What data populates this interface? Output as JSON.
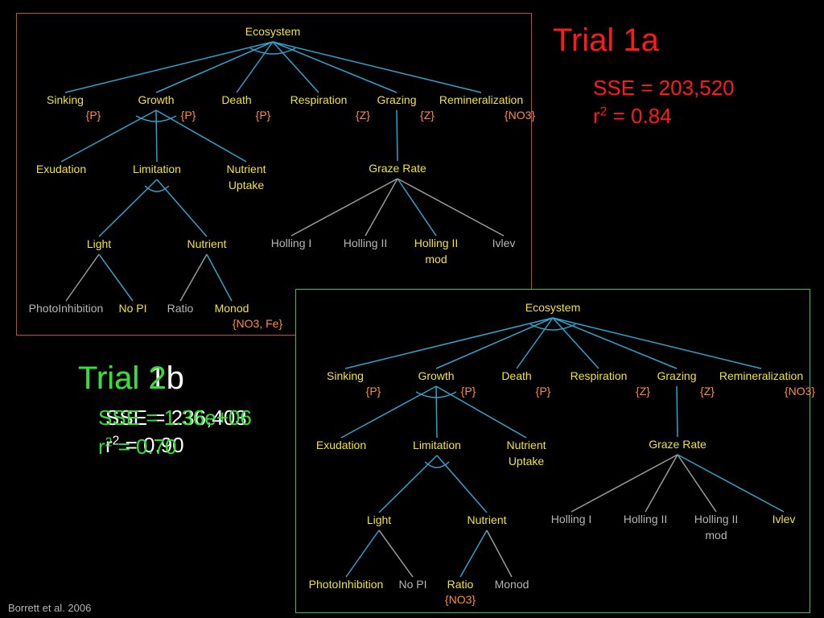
{
  "colors": {
    "edge_active": "#2ea3cc",
    "edge_inactive": "#9a9a9a",
    "label_active": "#f2e13c",
    "label_selected": "#f2e13c",
    "label_inactive": "#b5b5b5",
    "tag": "#ff8c3a",
    "trial_1a": "#ff1a1a",
    "trial_2": "#33e033",
    "trial_1b": "#ffffff"
  },
  "tree_a": {
    "nodes": {
      "ecosystem": {
        "label": "Ecosystem",
        "state": "active"
      },
      "sinking": {
        "label": "Sinking",
        "state": "active",
        "tag": "{P}"
      },
      "growth": {
        "label": "Growth",
        "state": "active",
        "tag": "{P}"
      },
      "death": {
        "label": "Death",
        "state": "active",
        "tag": "{P}"
      },
      "respiration": {
        "label": "Respiration",
        "state": "active",
        "tag": "{Z}"
      },
      "grazing": {
        "label": "Grazing",
        "state": "active",
        "tag": "{Z}"
      },
      "remineralization": {
        "label": "Remineralization",
        "state": "active",
        "tag": "{NO3}"
      },
      "exudation": {
        "label": "Exudation",
        "state": "active"
      },
      "limitation": {
        "label": "Limitation",
        "state": "active"
      },
      "nutrient_uptake": {
        "label": "Nutrient\nUptake",
        "state": "active"
      },
      "graze_rate": {
        "label": "Graze Rate",
        "state": "active"
      },
      "light": {
        "label": "Light",
        "state": "active"
      },
      "nutrient": {
        "label": "Nutrient",
        "state": "active"
      },
      "holling_1": {
        "label": "Holling I",
        "state": "inactive"
      },
      "holling_2": {
        "label": "Holling II",
        "state": "inactive"
      },
      "holling_2_mod": {
        "label": "Holling II\nmod",
        "state": "selected"
      },
      "ivlev": {
        "label": "Ivlev",
        "state": "inactive"
      },
      "photoinhibition": {
        "label": "PhotoInhibition",
        "state": "inactive"
      },
      "no_pi": {
        "label": "No PI",
        "state": "selected"
      },
      "ratio": {
        "label": "Ratio",
        "state": "inactive"
      },
      "monod": {
        "label": "Monod",
        "state": "selected",
        "tag": "{NO3, Fe}"
      }
    }
  },
  "tree_b": {
    "nodes": {
      "ecosystem": {
        "label": "Ecosystem",
        "state": "active"
      },
      "sinking": {
        "label": "Sinking",
        "state": "active",
        "tag": "{P}"
      },
      "growth": {
        "label": "Growth",
        "state": "active",
        "tag": "{P}"
      },
      "death": {
        "label": "Death",
        "state": "active",
        "tag": "{P}"
      },
      "respiration": {
        "label": "Respiration",
        "state": "active",
        "tag": "{Z}"
      },
      "grazing": {
        "label": "Grazing",
        "state": "active",
        "tag": "{Z}"
      },
      "remineralization": {
        "label": "Remineralization",
        "state": "active",
        "tag": "{NO3}"
      },
      "exudation": {
        "label": "Exudation",
        "state": "active"
      },
      "limitation": {
        "label": "Limitation",
        "state": "active"
      },
      "nutrient_uptake": {
        "label": "Nutrient\nUptake",
        "state": "active"
      },
      "graze_rate": {
        "label": "Graze Rate",
        "state": "active"
      },
      "light": {
        "label": "Light",
        "state": "active"
      },
      "nutrient": {
        "label": "Nutrient",
        "state": "active"
      },
      "holling_1": {
        "label": "Holling I",
        "state": "inactive"
      },
      "holling_2": {
        "label": "Holling II",
        "state": "inactive"
      },
      "holling_2_mod": {
        "label": "Holling II\nmod",
        "state": "inactive"
      },
      "ivlev": {
        "label": "Ivlev",
        "state": "selected"
      },
      "photoinhibition": {
        "label": "PhotoInhibition",
        "state": "selected"
      },
      "no_pi": {
        "label": "No PI",
        "state": "inactive"
      },
      "ratio": {
        "label": "Ratio",
        "state": "selected",
        "tag": "{NO3}"
      },
      "monod": {
        "label": "Monod",
        "state": "inactive"
      }
    }
  },
  "trial_1a": {
    "title": "Trial 1a",
    "sse": "SSE = 203,520",
    "r_prefix": "r",
    "r_exp": "2",
    "r_value": " = 0.84"
  },
  "trial_2": {
    "title": "Trial 2",
    "sse": "SSE = 1.36e+06",
    "r_prefix": "r",
    "r_exp": "2",
    "r_value": " = 0.70"
  },
  "trial_1b": {
    "title": "Trial 1b",
    "sse": "SSE = 236,403",
    "r_prefix": "r",
    "r_exp": "2",
    "r_value": " = 0.90"
  },
  "citation": "Borrett et al. 2006"
}
